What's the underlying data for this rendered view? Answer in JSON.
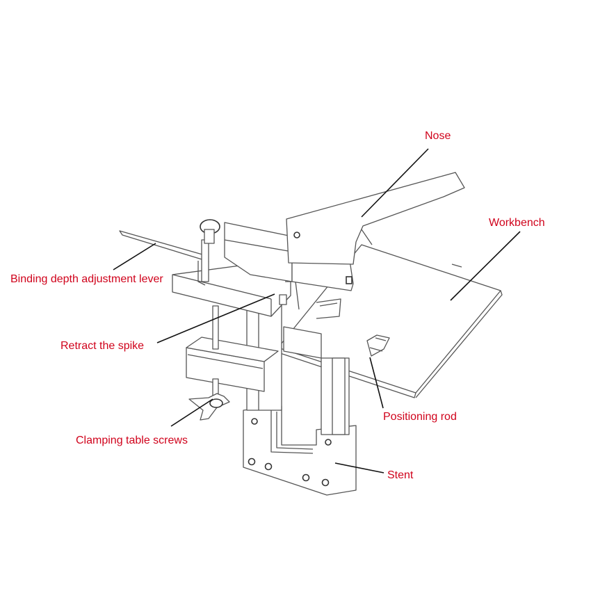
{
  "labels": {
    "nose": "Nose",
    "workbench": "Workbench",
    "binding_depth_lever": "Binding depth adjustment lever",
    "retract_spike": "Retract the spike",
    "positioning_rod": "Positioning rod",
    "clamping_screws": "Clamping table screws",
    "stent": "Stent"
  },
  "colors": {
    "label": "#d0021b",
    "line_art": "#555555",
    "leader": "#111111",
    "background": "#ffffff"
  }
}
